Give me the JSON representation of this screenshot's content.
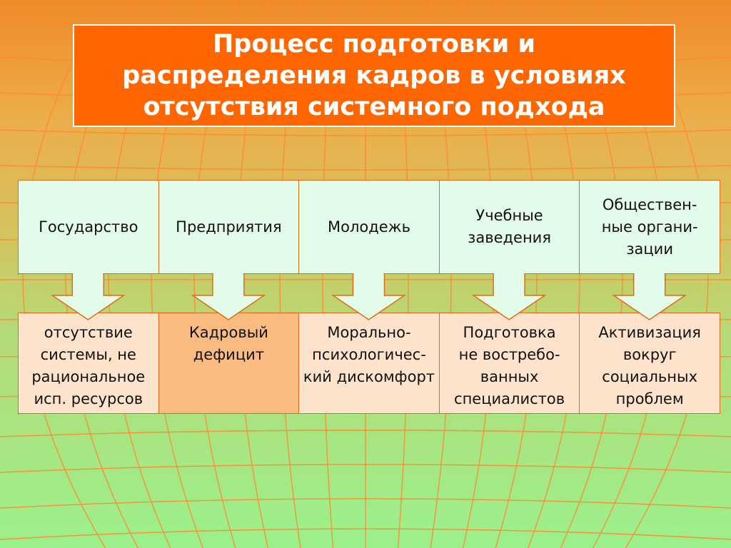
{
  "title": "Процесс подготовки и\nраспределения кадров в условиях\nотсутствия системного подхода",
  "colors": {
    "title_bg": "#ff6600",
    "top_cell_bg": "#e3fce9",
    "bottom_cell_light": "#fde3cc",
    "bottom_cell_dark": "#f9bb80",
    "arrow_fill": "#e3fce9",
    "arrow_stroke": "#e06a1a",
    "grid_line": "#ff8a33"
  },
  "actors": [
    "Государство",
    "Предприятия",
    "Молодежь",
    "Учебные\nзаведения",
    "Обществен-\nные органи-\nзации"
  ],
  "outcomes": [
    "отсутствие\nсистемы, не\nрациональное\nисп. ресурсов",
    "Кадровый\nдефицит",
    "Морально-\nпсихологичес-\nкий дискомфорт",
    "Подготовка\nне востребо-\nванных\nспециалистов",
    "Активизация\nвокруг\nсоциальных\nпроблем"
  ]
}
